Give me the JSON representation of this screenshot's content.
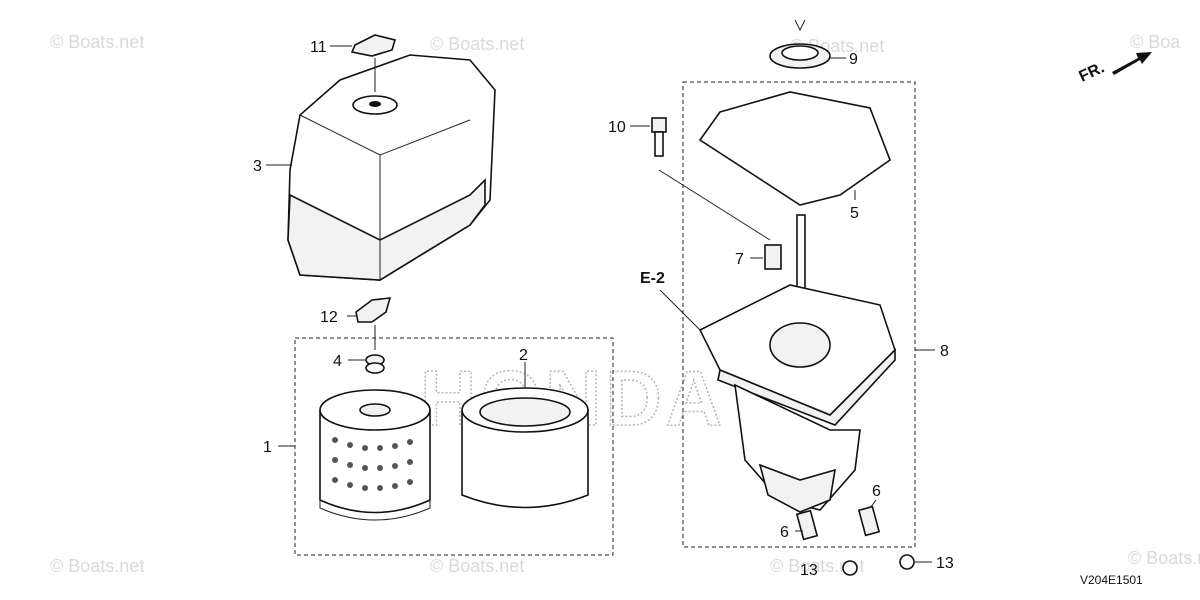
{
  "watermarks": [
    "© Boats.net",
    "© Boats.net",
    "© Boats.net",
    "© Boats.net",
    "© Boats.net",
    "© Boats.net",
    "© Boats.net",
    "© Boa"
  ],
  "brand_watermark": "HONDA",
  "direction_label": "FR.",
  "reference_code": "V204E1501",
  "section_ref": "E-2",
  "callouts": {
    "c1": "1",
    "c2": "2",
    "c3": "3",
    "c4": "4",
    "c5": "5",
    "c6a": "6",
    "c6b": "6",
    "c7": "7",
    "c8": "8",
    "c9": "9",
    "c10": "10",
    "c11": "11",
    "c12": "12",
    "c13a": "13",
    "c13b": "13"
  }
}
